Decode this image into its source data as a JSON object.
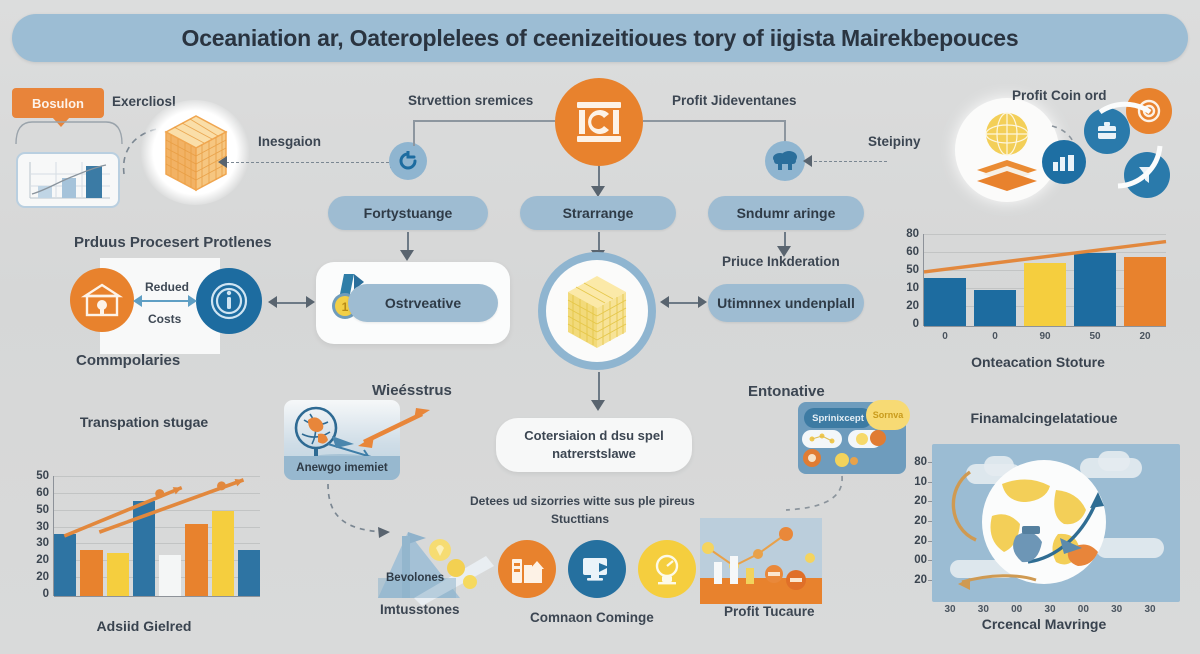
{
  "title": "Oceaniation ar, Oateroplelees of ceenizeitioues tory of iigista Mairekbepouces",
  "labels": {
    "callout_badge": "Bosulon",
    "top_left_note": "Exercliosl",
    "integration": "Inesgaion",
    "service_left": "Strvettion sremices",
    "profit_right": "Profit Jideventanes",
    "shipping": "Steipiny",
    "profit_control": "Profit Coin ord",
    "pill_left": "Fortystuange",
    "pill_center": "Strarrange",
    "pill_right": "Sndumr aringe",
    "price_inkderation": "Priuce Inkderation",
    "pill_ostreative": "Ostrveative",
    "pill_utimnex": "Utimnnex undenplall",
    "process_problems": "Prduus Procesert Protlenes",
    "reduced": "Redued",
    "costs": "Costs",
    "commpolaries": "Commpolaries",
    "weesstrus": "Wieésstrus",
    "anewgo": "Anewgo imemiet",
    "bevolones": "Bevolones",
    "imtusstones": "Imtusstones",
    "center_box_line1": "Cotersiaion d dsu spel",
    "center_box_line2": "natrerstslawe",
    "center_sub_line1": "Detees ud sizorries witte sus ple pireus",
    "center_sub_line2": "Stucttians",
    "common_cominge": "Comnaon Cominge",
    "entonative": "Entonative",
    "sprinixcept": "Sprinixcept",
    "sornva": "Sornva",
    "profit_tucaure": "Profit Tucaure"
  },
  "icons": {
    "bank_pillar": "bank-pillar-icon",
    "refresh": "refresh-circle-icon",
    "cube_crate": "cube-crate-icon",
    "info_circle": "info-circle-icon",
    "globe_stack": "globe-stack-icon",
    "cloud_network": "cloud-network-icon",
    "target": "target-icon",
    "briefcase": "briefcase-icon",
    "chart_badge": "chart-badge-icon",
    "funnel": "funnel-icon",
    "medal": "medal-icon",
    "building": "building-icon",
    "monitor": "monitor-icon",
    "gauge": "gauge-icon",
    "globe_wire": "globe-wire-icon"
  },
  "colors": {
    "orange": "#e8822d",
    "deep_blue": "#1d6ca0",
    "light_blue": "#9ebcd2",
    "yellow": "#f5ce3e",
    "panel_blue": "#9bbcd3",
    "background": "#d8d9d9",
    "text": "#3c4652"
  },
  "chart_data": [
    {
      "id": "top-right-bar",
      "type": "bar",
      "title": "",
      "xlabel": "Onteacation Stoture",
      "ylabel": "",
      "categories": [
        "0",
        "0",
        "90",
        "50",
        "20"
      ],
      "values": [
        44,
        33,
        58,
        67,
        64
      ],
      "bar_colors": [
        "#1d6ca0",
        "#1d6ca0",
        "#f5ce3e",
        "#1d6ca0",
        "#e8822d"
      ],
      "ytick_labels": [
        "80",
        "60",
        "50",
        "10",
        "20",
        "0"
      ],
      "ylim": [
        0,
        85
      ],
      "grid": true,
      "trend_line": {
        "color": "#e2883d",
        "from": [
          0,
          50
        ],
        "to": [
          100,
          78
        ]
      }
    },
    {
      "id": "bottom-left-bar",
      "type": "bar",
      "title": "Transpation stugae",
      "xlabel": "Adsiid Gielred",
      "ylabel": "",
      "categories": [
        "",
        "",
        "",
        "",
        "",
        "",
        "",
        ""
      ],
      "values": [
        32,
        24,
        22,
        49,
        21,
        37,
        44,
        24
      ],
      "bar_colors": [
        "#2e74a3",
        "#e8822d",
        "#f5ce3e",
        "#2e74a3",
        "#f4f6f6",
        "#e8822d",
        "#f5ce3e",
        "#2e74a3"
      ],
      "ytick_labels": [
        "50",
        "60",
        "50",
        "30",
        "30",
        "20",
        "20",
        "0"
      ],
      "ylim": [
        0,
        62
      ],
      "grid": true,
      "trend_lines": [
        {
          "color": "#e2883d",
          "from": [
            5,
            31
          ],
          "to": [
            62,
            56
          ]
        },
        {
          "color": "#e2883d",
          "from": [
            22,
            33
          ],
          "to": [
            92,
            60
          ]
        }
      ]
    },
    {
      "id": "bottom-right-panel",
      "type": "area",
      "title": "Finamalcingelatatioue",
      "xlabel": "Crcencal Mavringe",
      "ylabel": "",
      "ytick_labels": [
        "80",
        "10",
        "20",
        "20",
        "20",
        "00",
        "20"
      ],
      "xtick_labels": [
        "30",
        "30",
        "00",
        "30",
        "00",
        "30",
        "30"
      ],
      "grid": false,
      "note": "Stylised world-map illustration panel with arrow flows"
    }
  ]
}
